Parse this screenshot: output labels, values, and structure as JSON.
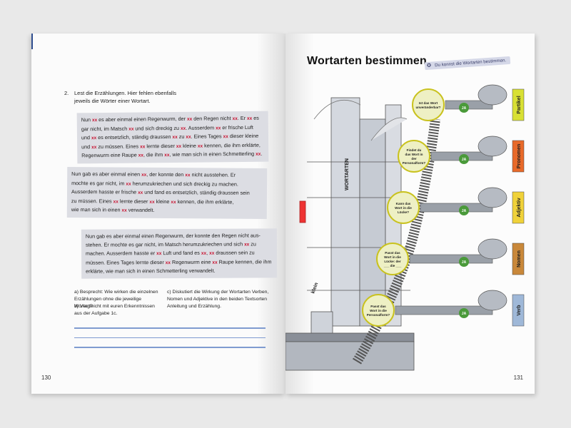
{
  "left_page": {
    "task_number": "2.",
    "task_text": "Lest die Erzählungen. Hier fehlen ebenfalls jeweils die Wörter einer Wortart.",
    "strip1": [
      [
        "Nun ",
        "xx",
        " es aber einmal einen Regenwurm, der ",
        "xx",
        " den Regen nicht ",
        "xx",
        ". Er ",
        "xx",
        " es"
      ],
      [
        "gar nicht, im Matsch ",
        "xx",
        " und sich dreckig zu ",
        "xx",
        ". Ausserdem ",
        "xx",
        " er frische Luft"
      ],
      [
        "und ",
        "xx",
        " es entsetzlich, ständig draussen ",
        "xx",
        " zu ",
        "xx",
        ". Eines Tages ",
        "xx",
        " dieser kleine"
      ],
      [
        "und ",
        "xx",
        " zu müssen. Eines ",
        "xx",
        " lernte dieser ",
        "xx",
        " kleine ",
        "xx",
        " kennen, die ihm erklärte,"
      ],
      [
        "Regenwurm eine Raupe ",
        "xx",
        ", die ihm ",
        "xx",
        ", wie man sich in einen Schmetterling ",
        "xx",
        "."
      ]
    ],
    "strip2": [
      [
        "Nun gab es aber einmal einen ",
        "xx",
        ", der konnte den ",
        "xx",
        " nicht ausstehen. Er"
      ],
      [
        "mochte es gar nicht, im ",
        "xx",
        " herumzukriechen und sich dreckig zu machen."
      ],
      [
        "Ausserdem hasste er frische ",
        "xx",
        " und fand es entsetzlich, ständig draussen sein"
      ],
      [
        "zu müssen. Eines ",
        "xx",
        " lernte dieser ",
        "xx",
        " kleine ",
        "xx",
        " kennen, die ihm erklärte,"
      ],
      [
        "wie man sich in einen ",
        "xx",
        " verwandelt."
      ]
    ],
    "strip3": [
      [
        "Nun gab es aber einmal einen Regenwurm, der konnte den Regen nicht aus-"
      ],
      [
        "stehen. Er mochte es gar nicht, im Matsch herumzukriechen und sich ",
        "xx",
        " zu"
      ],
      [
        "machen. Ausserdem hasste er ",
        "xx",
        " Luft und fand es ",
        "xx",
        ", ",
        "xx",
        " draussen sein zu"
      ],
      [
        "müssen. Eines Tages lernte dieser ",
        "xx",
        " Regenwurm eine ",
        "xx",
        " Raupe kennen, die ihm"
      ],
      [
        "erklärte, wie man sich in einen Schmetterling verwandelt."
      ]
    ],
    "question_a": "a) Besprecht: Wie wirken die einzelnen Erzählungen ohne die jeweilige Wortart?",
    "question_b": "b) Vergleicht mit euren Erkenntnissen aus der Aufgabe 1c.",
    "question_c": "c) Diskutiert die Wirkung der Wortarten Verben, Nomen und Adjektive in den beiden Textsorten Anleitung und Erzählung.",
    "page_number": "130"
  },
  "right_page": {
    "title": "Wortarten bestimmen",
    "badge": "Du konnst die Wortarten bestimmen.",
    "tower_label": "WORTARTEN",
    "klein_label": "klein",
    "ja_label": "JA",
    "word_classes": [
      {
        "label": "Partikel",
        "color": "#d8e034"
      },
      {
        "label": "Pronomen",
        "color": "#e86a2a"
      },
      {
        "label": "Adjektiv",
        "color": "#f0d23a"
      },
      {
        "label": "Nomen",
        "color": "#c9883a"
      },
      {
        "label": "Verb",
        "color": "#9fb8d8"
      }
    ],
    "questions": [
      "Ist das Wort unveränderbar?",
      "Findet du das Wort in der Personalform?",
      "Kann das Wort in die Lücke?",
      "Passt das Wort in die Lücke: der ___ die ___",
      "Passt das Wort in die Personalform?"
    ],
    "page_number": "131"
  },
  "colors": {
    "xx": "#c8102e",
    "strip_bg": "#dcdde3",
    "writing_line": "#7f9bd0",
    "ja_circle": "#4a9a3a"
  }
}
